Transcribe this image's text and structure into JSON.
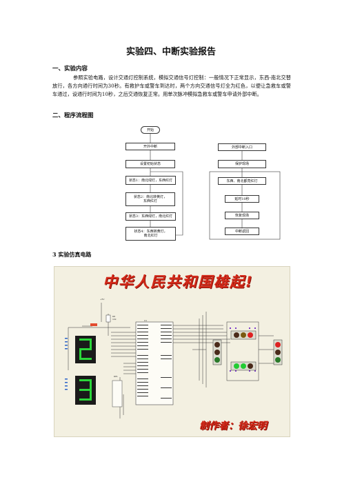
{
  "title": "实验四、中断实验报告",
  "section1": {
    "heading": "一、实验内容",
    "paragraph": "参照实验电路，设计交通灯控制系统，模拟交通信号灯控制：一般情况下正常显示，东西-南北交替放行，各方向通行时间为30秒。有救护车或警车到达时，两个方向交通信号灯全为红色，以便让急救车或警车通过，设通行时间为10秒，之后交通恢复正常。用单次脉冲模拟急救车或警车申请外部中断。"
  },
  "section2": {
    "heading": "二、程序流程图",
    "flow_left": [
      "开始",
      "开外中断",
      "设置初始状态",
      "状态1：南北绿灯，东西红灯",
      "状态2：南北转黄灯，东西红灯",
      "状态3：东西绿灯，南北红灯",
      "状态4：东西转黄灯，南北红灯"
    ],
    "flow_right": [
      "外部中断入口",
      "保护现场",
      "东西、南北都亮红灯",
      "延时10秒",
      "恢复现场",
      "中断返回"
    ]
  },
  "section3": {
    "heading": "3 实验仿真电路",
    "banner": "中华人民共和国雄起!",
    "author": "制作者：徐宏明",
    "component_labels": {
      "mcu": "U1",
      "resistor": "R8",
      "pack": "RP1",
      "vcc": "+5V",
      "res_value": "10k"
    }
  }
}
